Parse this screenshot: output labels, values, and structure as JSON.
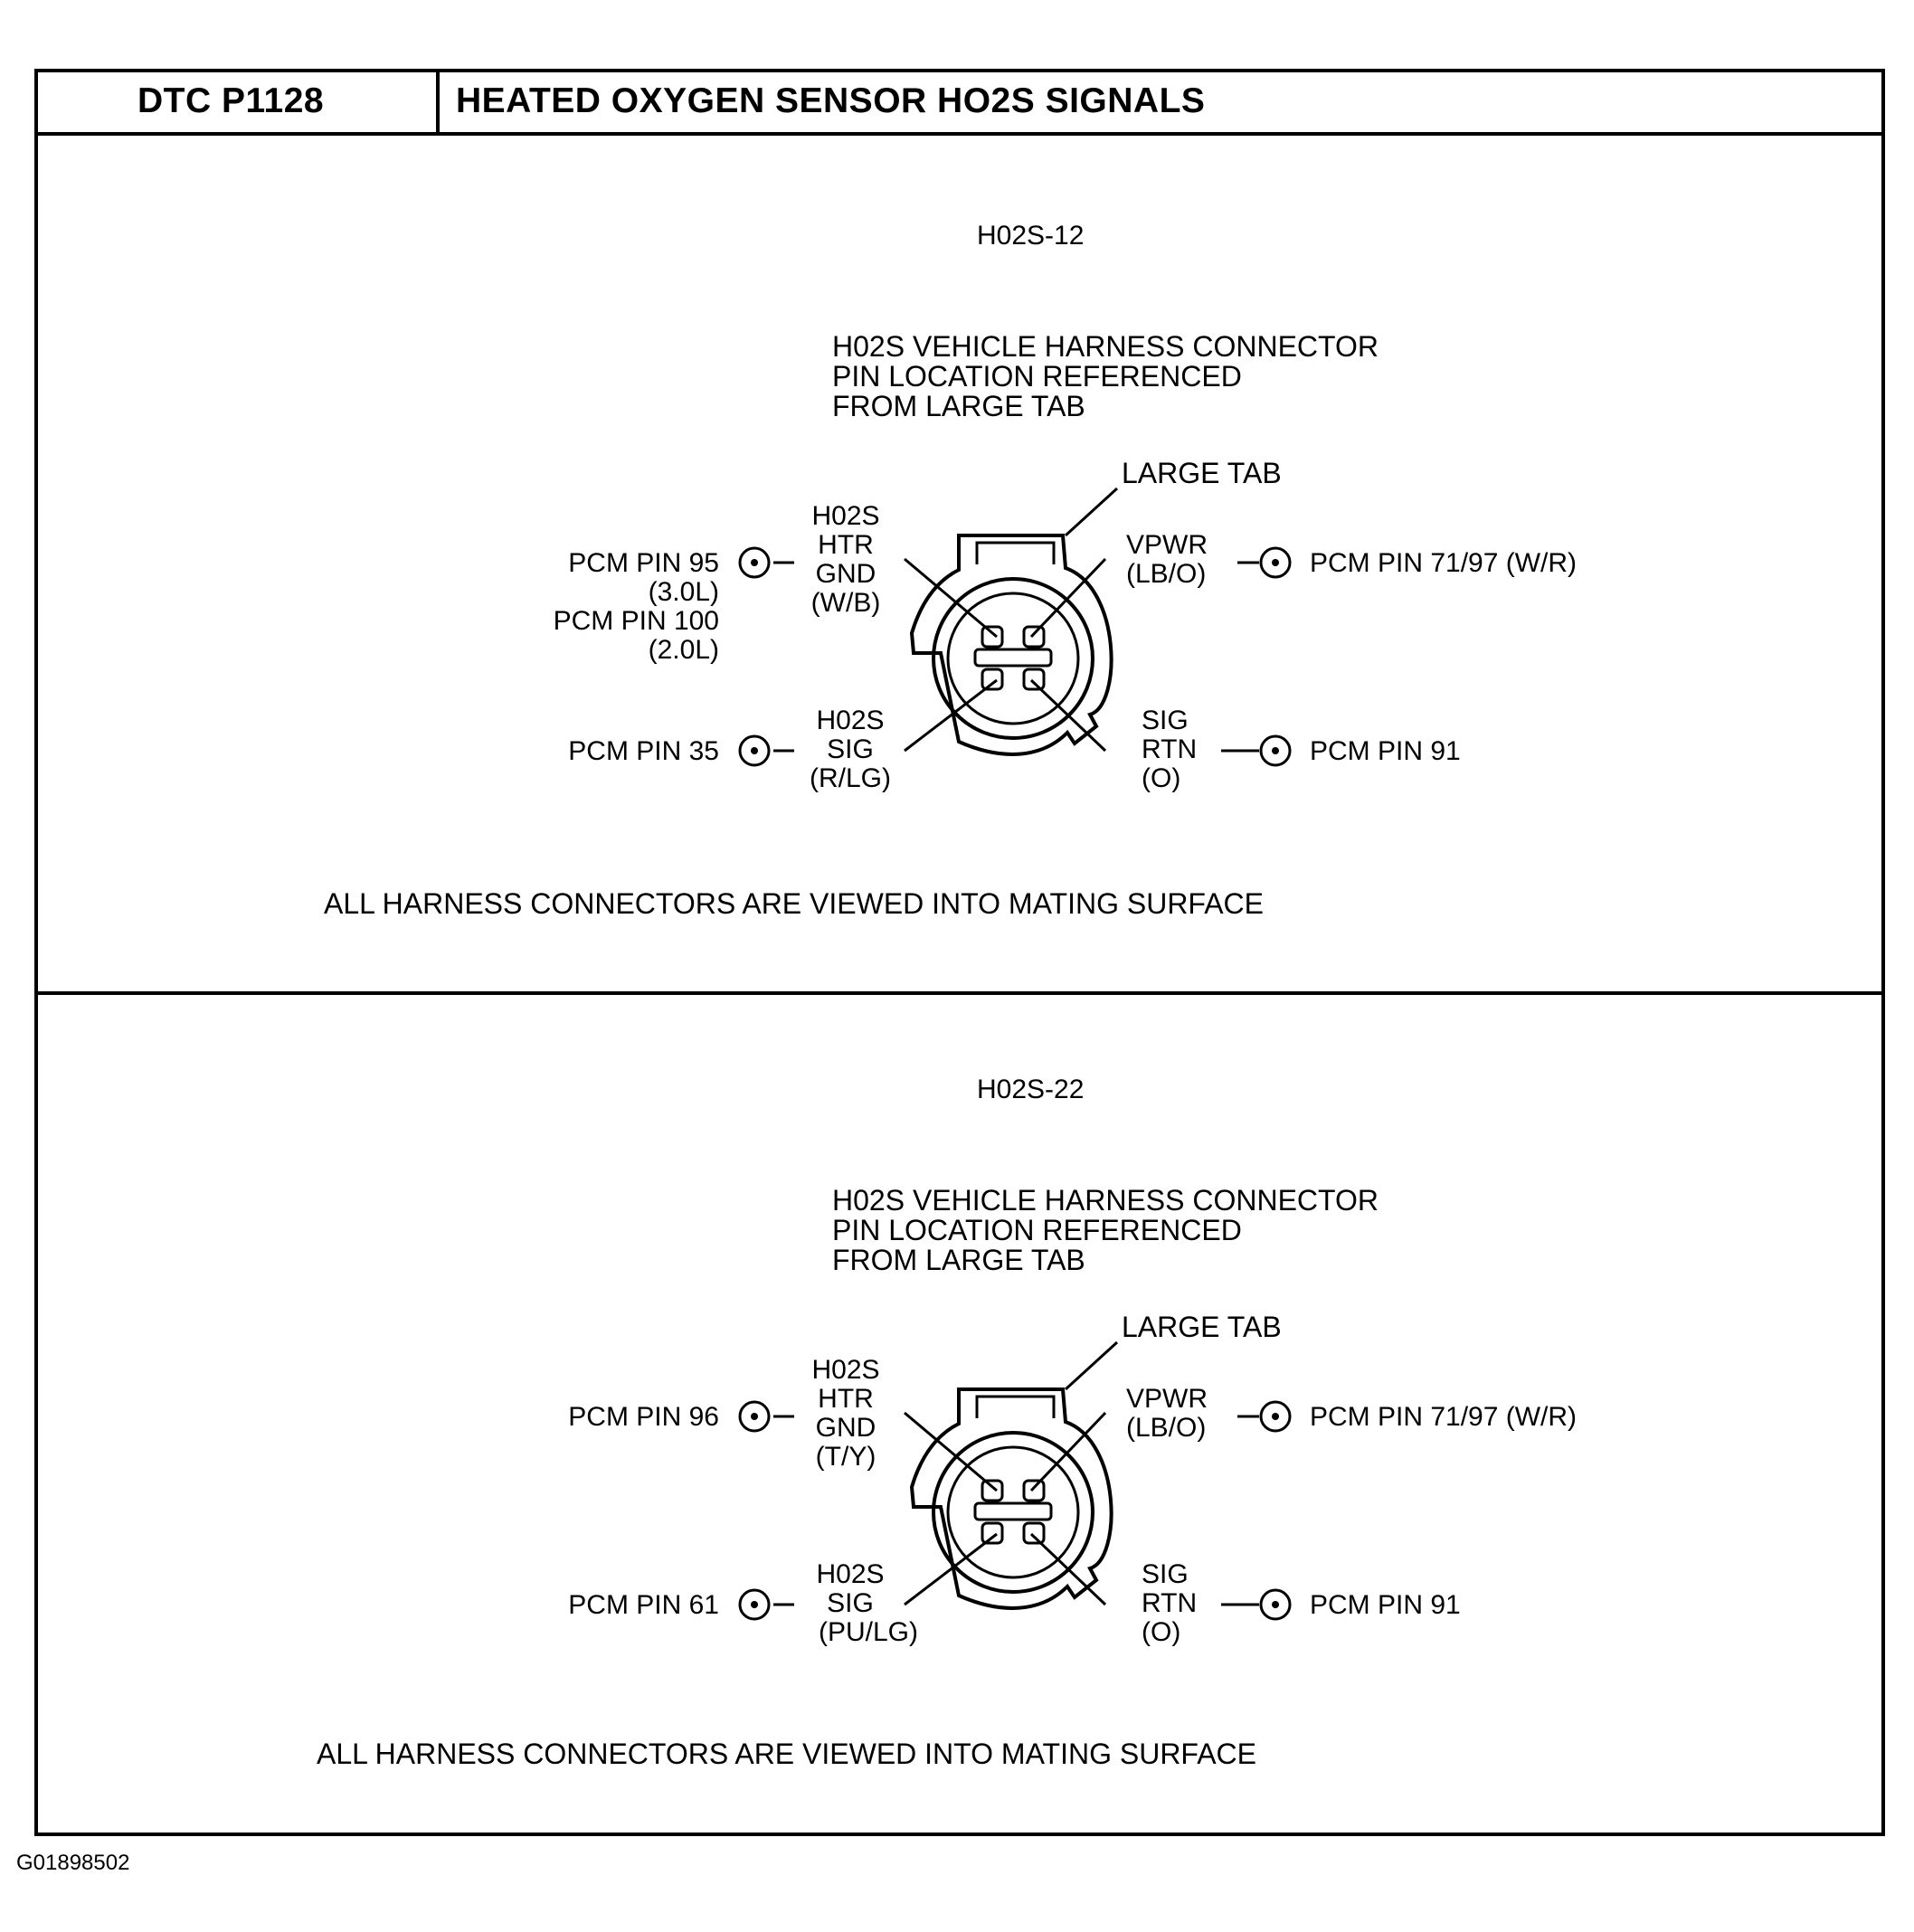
{
  "header": {
    "dtc_code": "DTC P1128",
    "title": "HEATED OXYGEN SENSOR HO2S SIGNALS"
  },
  "panels": [
    {
      "sensor_name": "H02S-12",
      "caption_lines": [
        "H02S VEHICLE HARNESS CONNECTOR",
        "PIN LOCATION REFERENCED",
        "FROM LARGE TAB"
      ],
      "large_tab_label": "LARGE TAB",
      "htr_gnd": {
        "lines": [
          "H02S",
          "HTR",
          "GND",
          "(W/B)"
        ],
        "pcm_lines": [
          "PCM PIN 95",
          "(3.0L)",
          "PCM PIN 100",
          "(2.0L)"
        ]
      },
      "vpwr": {
        "lines": [
          "VPWR",
          "(LB/O)"
        ],
        "pcm": "PCM PIN 71/97 (W/R)"
      },
      "sig": {
        "lines": [
          "H02S",
          "SIG",
          "(R/LG)"
        ],
        "pcm": "PCM PIN 35"
      },
      "sig_rtn": {
        "lines": [
          "SIG",
          "RTN",
          "(O)"
        ],
        "pcm": "PCM PIN 91"
      },
      "footer": "ALL HARNESS CONNECTORS ARE VIEWED INTO MATING SURFACE"
    },
    {
      "sensor_name": "H02S-22",
      "caption_lines": [
        "H02S VEHICLE HARNESS CONNECTOR",
        "PIN LOCATION REFERENCED",
        "FROM LARGE TAB"
      ],
      "large_tab_label": "LARGE TAB",
      "htr_gnd": {
        "lines": [
          "H02S",
          "HTR",
          "GND",
          "(T/Y)"
        ],
        "pcm_lines": [
          "PCM PIN 96"
        ]
      },
      "vpwr": {
        "lines": [
          "VPWR",
          "(LB/O)"
        ],
        "pcm": "PCM PIN 71/97 (W/R)"
      },
      "sig": {
        "lines": [
          "H02S",
          "SIG",
          "(PU/LG)"
        ],
        "pcm": "PCM PIN 61"
      },
      "sig_rtn": {
        "lines": [
          "SIG",
          "RTN",
          "(O)"
        ],
        "pcm": "PCM PIN 91"
      },
      "footer": "ALL HARNESS CONNECTORS ARE VIEWED INTO MATING SURFACE"
    }
  ],
  "figure_id": "G01898502"
}
